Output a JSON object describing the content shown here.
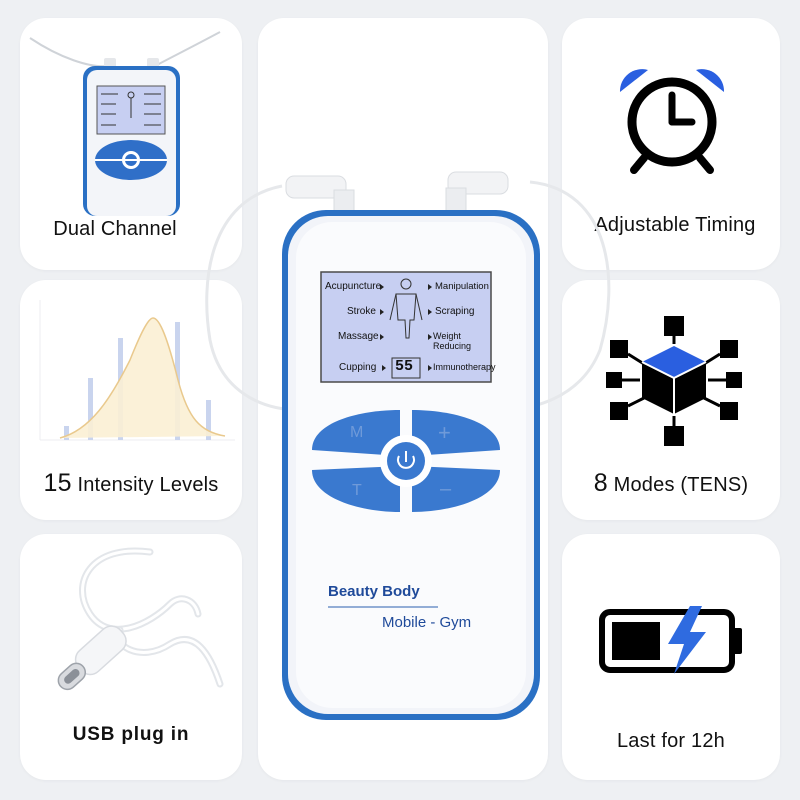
{
  "features": {
    "dual_channel": {
      "label": "Dual Channel"
    },
    "timing": {
      "label": "Adjustable Timing"
    },
    "intensity": {
      "number": "15",
      "label": "Intensity Levels"
    },
    "modes": {
      "number": "8",
      "label": "Modes (TENS)"
    },
    "usb": {
      "label": "USB plug in"
    },
    "battery": {
      "label": "Last for 12h"
    }
  },
  "device": {
    "brand": "Beauty Body",
    "subtitle": "Mobile - Gym",
    "lcd": {
      "left_modes": [
        "Acupuncture",
        "Stroke",
        "Massage",
        "Cupping"
      ],
      "right_modes": [
        "Manipulation",
        "Scraping",
        "Weight Reducing",
        "Immunotherapy"
      ],
      "timer_display": "55"
    },
    "buttons": {
      "mode": "M",
      "plus": "+",
      "timer": "T",
      "minus": "–"
    }
  },
  "colors": {
    "device_blue": "#2a70c4",
    "button_blue": "#3a79cf",
    "lcd_background": "#c7cff2",
    "icon_blue": "#2a5fe0",
    "bolt_blue": "#2f6be0"
  }
}
